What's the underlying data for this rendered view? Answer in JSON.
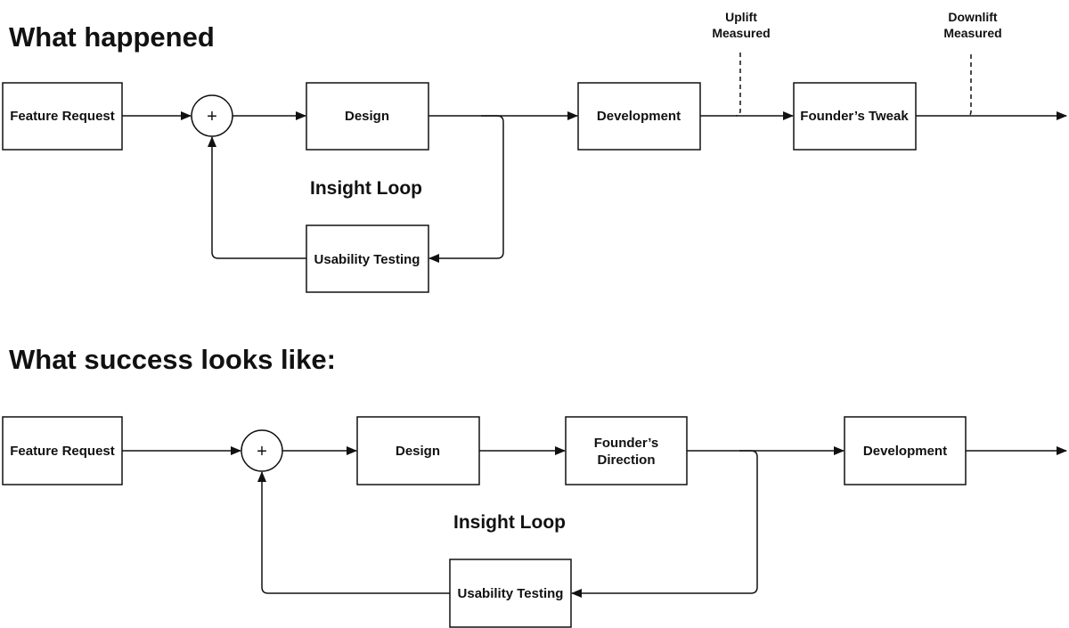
{
  "top": {
    "title": "What happened",
    "feature_request": "Feature Request",
    "sum": "+",
    "design": "Design",
    "development": "Development",
    "founders_tweak": "Founder’s Tweak",
    "usability_testing": "Usability Testing",
    "insight_loop": "Insight Loop",
    "uplift": [
      "Uplift",
      "Measured"
    ],
    "downlift": [
      "Downlift",
      "Measured"
    ]
  },
  "bottom": {
    "title": "What success looks like:",
    "feature_request": "Feature Request",
    "sum": "+",
    "design": "Design",
    "founders_direction": [
      "Founder’s",
      "Direction"
    ],
    "development": "Development",
    "usability_testing": "Usability Testing",
    "insight_loop": "Insight Loop"
  }
}
